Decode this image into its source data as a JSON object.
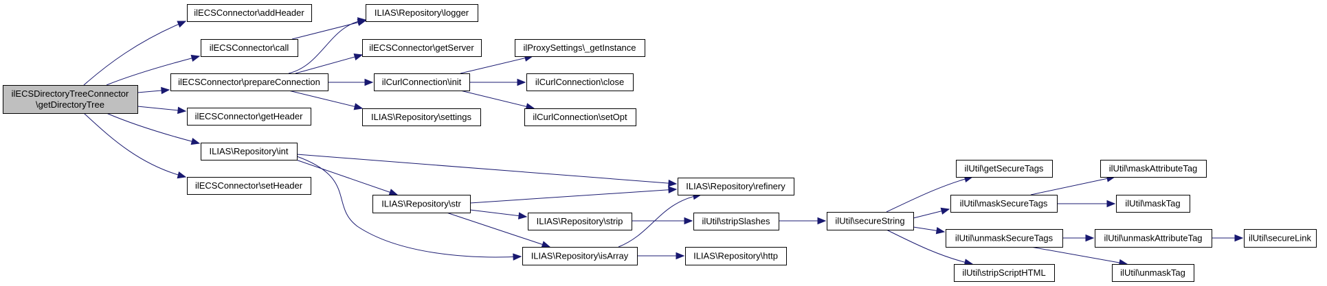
{
  "diagram": {
    "type": "call-graph",
    "colors": {
      "edge": "#191970",
      "root_fill": "#bfbfbf",
      "node_fill": "#ffffff",
      "border": "#000000"
    },
    "root": "n0",
    "nodes": [
      {
        "id": "n0",
        "lines": [
          "ilECSDirectoryTreeConnector",
          "\\getDirectoryTree"
        ]
      },
      {
        "id": "n1",
        "lines": [
          "ilECSConnector\\addHeader"
        ]
      },
      {
        "id": "n2",
        "lines": [
          "ilECSConnector\\call"
        ]
      },
      {
        "id": "n3",
        "lines": [
          "ilECSConnector\\prepareConnection"
        ]
      },
      {
        "id": "n4",
        "lines": [
          "ilECSConnector\\getHeader"
        ]
      },
      {
        "id": "n5",
        "lines": [
          "ILIAS\\Repository\\int"
        ]
      },
      {
        "id": "n6",
        "lines": [
          "ilECSConnector\\setHeader"
        ]
      },
      {
        "id": "n7",
        "lines": [
          "ILIAS\\Repository\\logger"
        ]
      },
      {
        "id": "n8",
        "lines": [
          "ilECSConnector\\getServer"
        ]
      },
      {
        "id": "n9",
        "lines": [
          "ilCurlConnection\\init"
        ]
      },
      {
        "id": "n10",
        "lines": [
          "ILIAS\\Repository\\settings"
        ]
      },
      {
        "id": "n11",
        "lines": [
          "ilProxySettings\\_getInstance"
        ]
      },
      {
        "id": "n12",
        "lines": [
          "ilCurlConnection\\close"
        ]
      },
      {
        "id": "n13",
        "lines": [
          "ilCurlConnection\\setOpt"
        ]
      },
      {
        "id": "n14",
        "lines": [
          "ILIAS\\Repository\\str"
        ]
      },
      {
        "id": "n15",
        "lines": [
          "ILIAS\\Repository\\refinery"
        ]
      },
      {
        "id": "n16",
        "lines": [
          "ILIAS\\Repository\\strip"
        ]
      },
      {
        "id": "n17",
        "lines": [
          "ILIAS\\Repository\\isArray"
        ]
      },
      {
        "id": "n18",
        "lines": [
          "ilUtil\\stripSlashes"
        ]
      },
      {
        "id": "n19",
        "lines": [
          "ILIAS\\Repository\\http"
        ]
      },
      {
        "id": "n20",
        "lines": [
          "ilUtil\\secureString"
        ]
      },
      {
        "id": "n21",
        "lines": [
          "ilUtil\\getSecureTags"
        ]
      },
      {
        "id": "n22",
        "lines": [
          "ilUtil\\maskSecureTags"
        ]
      },
      {
        "id": "n23",
        "lines": [
          "ilUtil\\unmaskSecureTags"
        ]
      },
      {
        "id": "n24",
        "lines": [
          "ilUtil\\stripScriptHTML"
        ]
      },
      {
        "id": "n25",
        "lines": [
          "ilUtil\\maskAttributeTag"
        ]
      },
      {
        "id": "n26",
        "lines": [
          "ilUtil\\maskTag"
        ]
      },
      {
        "id": "n27",
        "lines": [
          "ilUtil\\unmaskAttributeTag"
        ]
      },
      {
        "id": "n28",
        "lines": [
          "ilUtil\\unmaskTag"
        ]
      },
      {
        "id": "n29",
        "lines": [
          "ilUtil\\secureLink"
        ]
      }
    ],
    "edges": [
      [
        "n0",
        "n1"
      ],
      [
        "n0",
        "n2"
      ],
      [
        "n0",
        "n3"
      ],
      [
        "n0",
        "n4"
      ],
      [
        "n0",
        "n5"
      ],
      [
        "n0",
        "n6"
      ],
      [
        "n2",
        "n7"
      ],
      [
        "n3",
        "n7"
      ],
      [
        "n3",
        "n8"
      ],
      [
        "n3",
        "n9"
      ],
      [
        "n3",
        "n10"
      ],
      [
        "n9",
        "n11"
      ],
      [
        "n9",
        "n12"
      ],
      [
        "n9",
        "n13"
      ],
      [
        "n5",
        "n15"
      ],
      [
        "n5",
        "n14"
      ],
      [
        "n5",
        "n17"
      ],
      [
        "n14",
        "n15"
      ],
      [
        "n14",
        "n16"
      ],
      [
        "n14",
        "n17"
      ],
      [
        "n16",
        "n18"
      ],
      [
        "n17",
        "n15"
      ],
      [
        "n17",
        "n19"
      ],
      [
        "n18",
        "n20"
      ],
      [
        "n20",
        "n21"
      ],
      [
        "n20",
        "n22"
      ],
      [
        "n20",
        "n23"
      ],
      [
        "n20",
        "n24"
      ],
      [
        "n22",
        "n25"
      ],
      [
        "n22",
        "n26"
      ],
      [
        "n23",
        "n27"
      ],
      [
        "n23",
        "n28"
      ],
      [
        "n27",
        "n29"
      ]
    ]
  }
}
